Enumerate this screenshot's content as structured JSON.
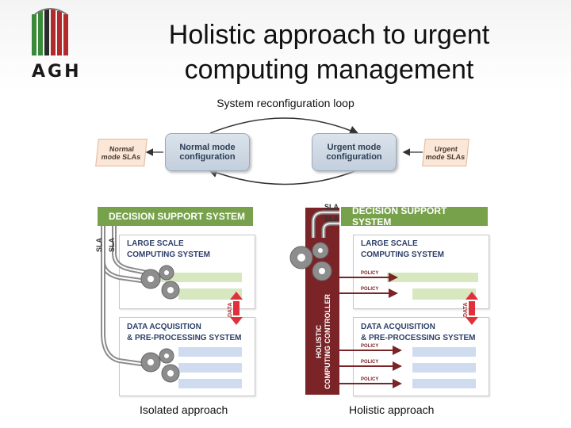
{
  "title": {
    "line1": "Holistic approach to urgent",
    "line2": "computing management"
  },
  "logo": {
    "text": "AGH"
  },
  "loop": {
    "title": "System reconfiguration loop",
    "normal_sla_line1": "Normal",
    "normal_sla_line2": "mode SLAs",
    "normal_config_line1": "Normal mode",
    "normal_config_line2": "configuration",
    "urgent_config_line1": "Urgent mode",
    "urgent_config_line2": "configuration",
    "urgent_sla_line1": "Urgent",
    "urgent_sla_line2": "mode SLAs"
  },
  "left": {
    "dss": "DECISION SUPPORT SYSTEM",
    "sla1": "SLA",
    "sla2": "SLA",
    "lscs_line1": "LARGE SCALE",
    "lscs_line2": "COMPUTING SYSTEM",
    "data": "DATA",
    "daq_line1": "DATA ACQUISITION",
    "daq_line2": "& PRE-PROCESSING SYSTEM",
    "caption": "Isolated approach"
  },
  "right": {
    "sla1": "SLA",
    "sla2": "SLA",
    "dss": "DECISION SUPPORT SYSTEM",
    "lscs_line1": "LARGE SCALE",
    "lscs_line2": "COMPUTING SYSTEM",
    "policy": "POLICY",
    "data": "DATA",
    "daq_line1": "DATA ACQUISITION",
    "daq_line2": "& PRE-PROCESSING SYSTEM",
    "controller_line1": "HOLISTIC",
    "controller_line2": "COMPUTING CONTROLLER",
    "caption": "Holistic approach"
  },
  "colors": {
    "dss_green": "#77a24b",
    "controller_red": "#7a2427",
    "data_arrow": "#e0303a"
  }
}
